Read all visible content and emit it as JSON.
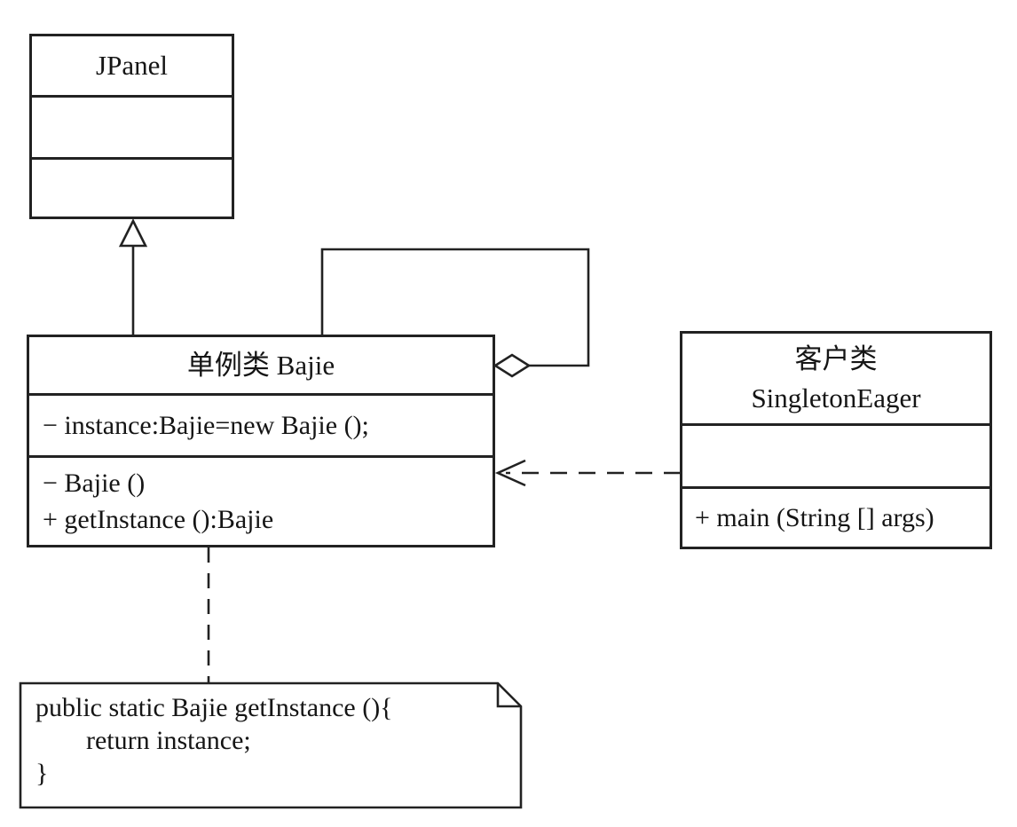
{
  "diagram": {
    "colors": {
      "line": "#222222",
      "text": "#151515",
      "background": "#ffffff"
    },
    "classes": {
      "jpanel": {
        "name": "JPanel"
      },
      "bajie": {
        "name": "单例类 Bajie",
        "attributes": [
          "− instance:Bajie=new Bajie ();"
        ],
        "methods": [
          "− Bajie ()",
          "+ getInstance ():Bajie"
        ]
      },
      "client": {
        "name_line1": "客户类",
        "name_line2": "SingletonEager",
        "methods": [
          "+ main (String [] args)"
        ]
      }
    },
    "note": {
      "lines": [
        "public static Bajie getInstance (){",
        "return instance;",
        "}"
      ]
    },
    "relationships": [
      {
        "type": "generalization",
        "from": "单例类 Bajie",
        "to": "JPanel"
      },
      {
        "type": "self-aggregation",
        "from": "单例类 Bajie",
        "to": "单例类 Bajie"
      },
      {
        "type": "dependency",
        "from": "客户类 SingletonEager",
        "to": "单例类 Bajie"
      },
      {
        "type": "note-anchor",
        "from": "note",
        "to": "单例类 Bajie"
      }
    ]
  }
}
